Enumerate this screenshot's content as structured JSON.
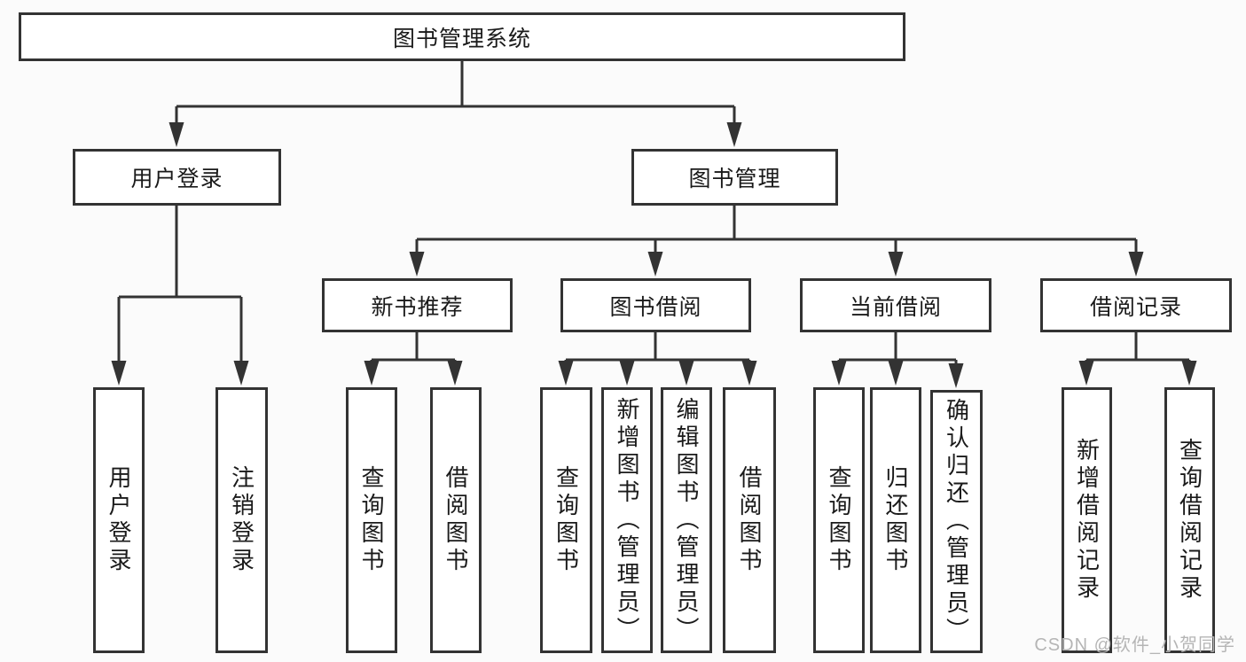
{
  "tree": {
    "root": {
      "label": "图书管理系统"
    },
    "branches": [
      {
        "label": "用户登录",
        "children": [
          "用户登录",
          "注销登录"
        ]
      },
      {
        "label": "图书管理",
        "groups": [
          {
            "label": "新书推荐",
            "children": [
              "查询图书",
              "借阅图书"
            ]
          },
          {
            "label": "图书借阅",
            "children": [
              "查询图书",
              "新增图书（管理员）",
              "编辑图书（管理员）",
              "借阅图书"
            ]
          },
          {
            "label": "当前借阅",
            "children": [
              "查询图书",
              "归还图书",
              "确认归还（管理员）"
            ]
          },
          {
            "label": "借阅记录",
            "children": [
              "新增借阅记录",
              "查询借阅记录"
            ]
          }
        ]
      }
    ]
  },
  "watermark": {
    "text": "CSDN @软件_小贺同学"
  },
  "colors": {
    "line": "#333333",
    "box_border": "#333333",
    "box_fill": "#ffffff",
    "text": "#1a1a1a",
    "background": "#fbfbfb",
    "watermark": "#b5b5b5"
  }
}
